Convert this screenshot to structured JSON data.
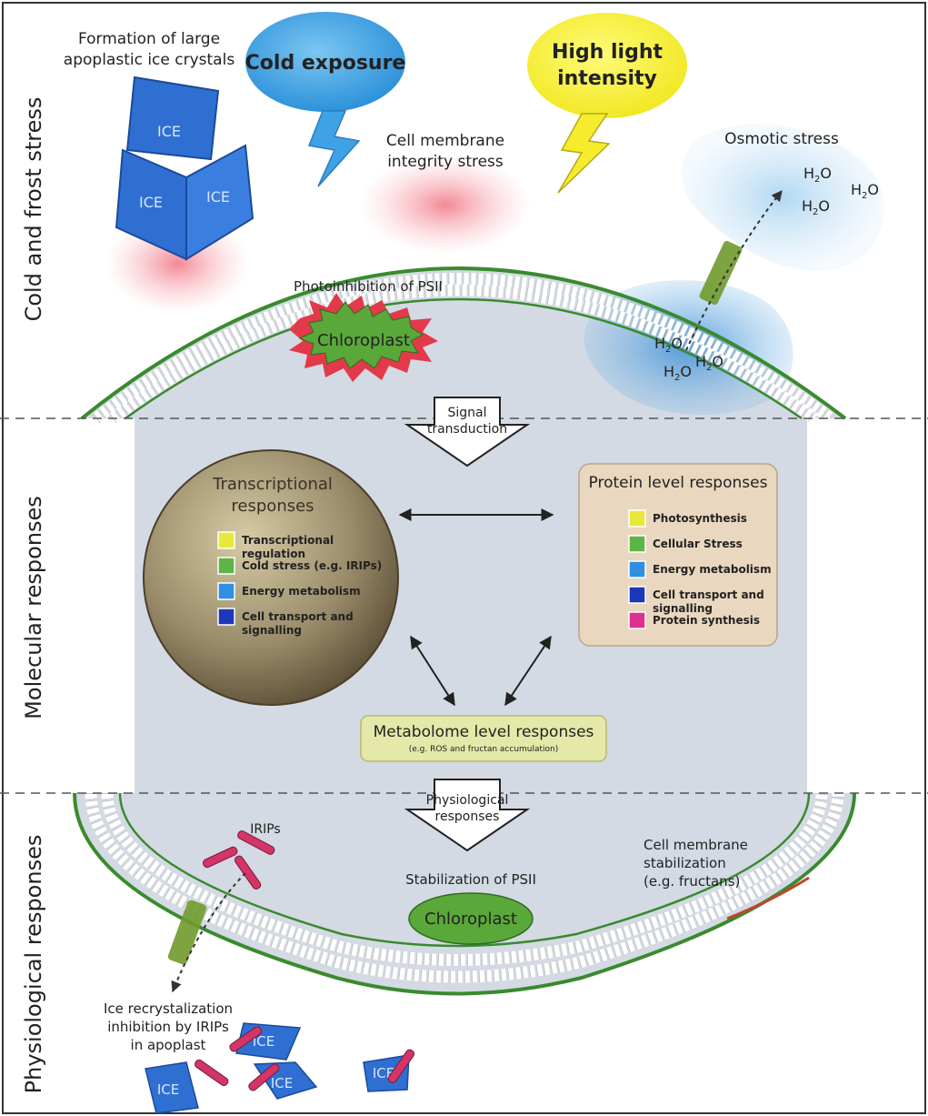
{
  "sections": {
    "cold": "Cold and frost stress",
    "molecular": "Molecular responses",
    "physiological": "Physiological responses"
  },
  "top": {
    "ice_formation_line1": "Formation of large",
    "ice_formation_line2": "apoplastic ice crystals",
    "ice_label": "ICE",
    "cold_exposure": "Cold exposure",
    "high_light_line1": "High light",
    "high_light_line2": "intensity",
    "membrane_stress_line1": "Cell membrane",
    "membrane_stress_line2": "integrity stress",
    "osmotic_stress": "Osmotic stress",
    "water": "H",
    "water_sub": "2",
    "water_o": "O",
    "photoinhibition": "Photoinhibition of PSII",
    "chloroplast": "Chloroplast"
  },
  "middle": {
    "signal_line1": "Signal",
    "signal_line2": "transduction",
    "transcriptional_line1": "Transcriptional",
    "transcriptional_line2": "responses",
    "transcriptional_items": [
      {
        "line1": "Transcriptional",
        "line2": "regulation",
        "color": "#e9e83a"
      },
      {
        "line1": "Cold stress (e.g. IRIPs)",
        "line2": "",
        "color": "#5db545"
      },
      {
        "line1": "Energy metabolism",
        "line2": "",
        "color": "#2f8fe0"
      },
      {
        "line1": "Cell transport and",
        "line2": "signalling",
        "color": "#1c37b8"
      }
    ],
    "protein_title": "Protein level responses",
    "protein_items": [
      {
        "line1": "Photosynthesis",
        "line2": "",
        "color": "#e9e83a"
      },
      {
        "line1": "Cellular Stress",
        "line2": "",
        "color": "#5db545"
      },
      {
        "line1": "Energy metabolism",
        "line2": "",
        "color": "#2f8fe0"
      },
      {
        "line1": "Cell transport and",
        "line2": "signalling",
        "color": "#1c37b8"
      },
      {
        "line1": "Protein synthesis",
        "line2": "",
        "color": "#e0308f"
      }
    ],
    "metabolome_title": "Metabolome level responses",
    "metabolome_sub": "(e.g. ROS and fructan accumulation)"
  },
  "bottom": {
    "physio_line1": "Physiological",
    "physio_line2": "responses",
    "irips": "IRIPs",
    "stabilization": "Stabilization of PSII",
    "chloroplast": "Chloroplast",
    "membrane_stab_line1": "Cell membrane",
    "membrane_stab_line2": "stabilization",
    "membrane_stab_line3": "(e.g. fructans)",
    "recryst_line1": "Ice recrystalization",
    "recryst_line2": "inhibition by IRIPs",
    "recryst_line3": "in apoplast",
    "ice_label": "ICE"
  },
  "colors": {
    "cell_interior": "#d3dae3",
    "membrane_green": "#3a8a2e",
    "ice_blue": "#2f6fd1",
    "chloroplast_green": "#5aa83a",
    "stress_red": "#e23a4a",
    "iri_pink": "#d23566",
    "protein_box": "#ead7bf",
    "metabolome_box": "#e4e8a8"
  }
}
